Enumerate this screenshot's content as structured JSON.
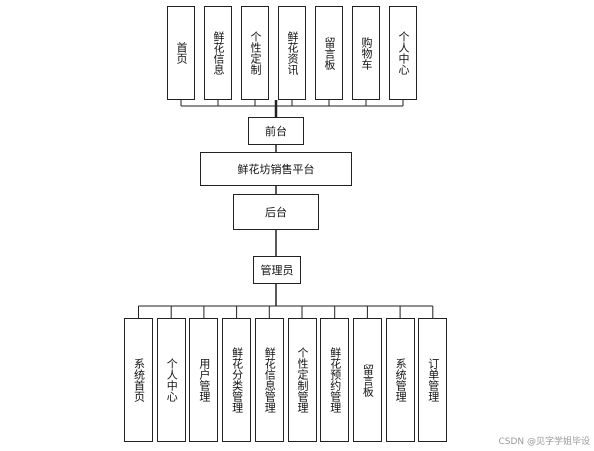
{
  "frontend_modules": [
    "首页",
    "鲜花信息",
    "个性定制",
    "鲜花资讯",
    "留言板",
    "购物车",
    "个人中心"
  ],
  "frontend_label": "前台",
  "platform_label": "鲜花坊销售平台",
  "backend_label": "后台",
  "admin_label": "管理员",
  "admin_modules": [
    "系统首页",
    "个人中心",
    "用户管理",
    "鲜花分类管理",
    "鲜花信息管理",
    "个性定制管理",
    "鲜花预约管理",
    "留言板",
    "系统管理",
    "订单管理"
  ],
  "watermark": "CSDN @见字学姐毕设",
  "colors": {
    "line": "#222222",
    "background": "#ffffff",
    "watermark": "#9a9a9a"
  }
}
